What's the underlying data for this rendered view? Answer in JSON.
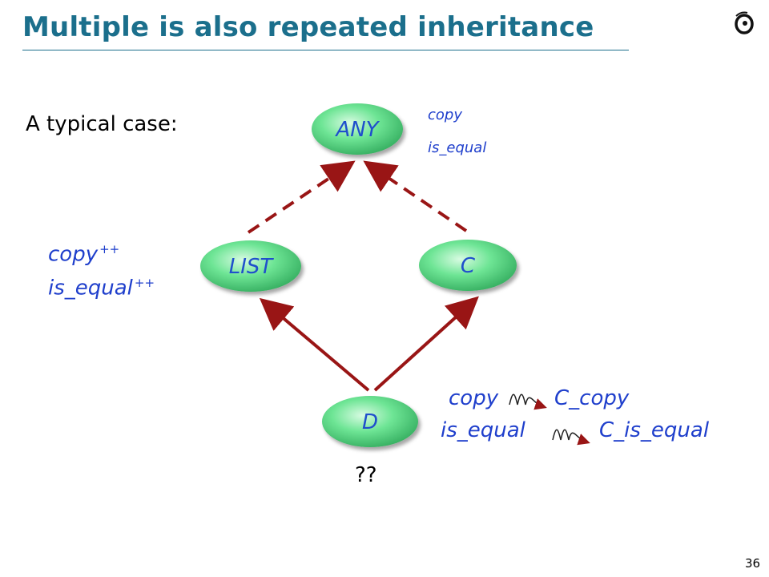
{
  "slide": {
    "title": "Multiple is also repeated inheritance",
    "page_number": "36",
    "intro": "A typical case:",
    "unresolved_mark": "??"
  },
  "nodes": {
    "any": "ANY",
    "list": "LIST",
    "c": "C",
    "d": "D"
  },
  "features": {
    "any_copy": "copy",
    "any_is_equal": "is_equal",
    "list_copy": "copy",
    "list_is_equal": "is_equal",
    "redefined_mark": "++",
    "rename_copy_from": "copy",
    "rename_copy_to": "C_copy",
    "rename_is_equal_from": "is_equal",
    "rename_is_equal_to": "C_is_equal"
  },
  "colors": {
    "title": "#1b6f8c",
    "node_fill": "#5fe08a",
    "node_label": "#1f4fcc",
    "arrow": "#991515",
    "feature_text": "#1f3fcc"
  }
}
